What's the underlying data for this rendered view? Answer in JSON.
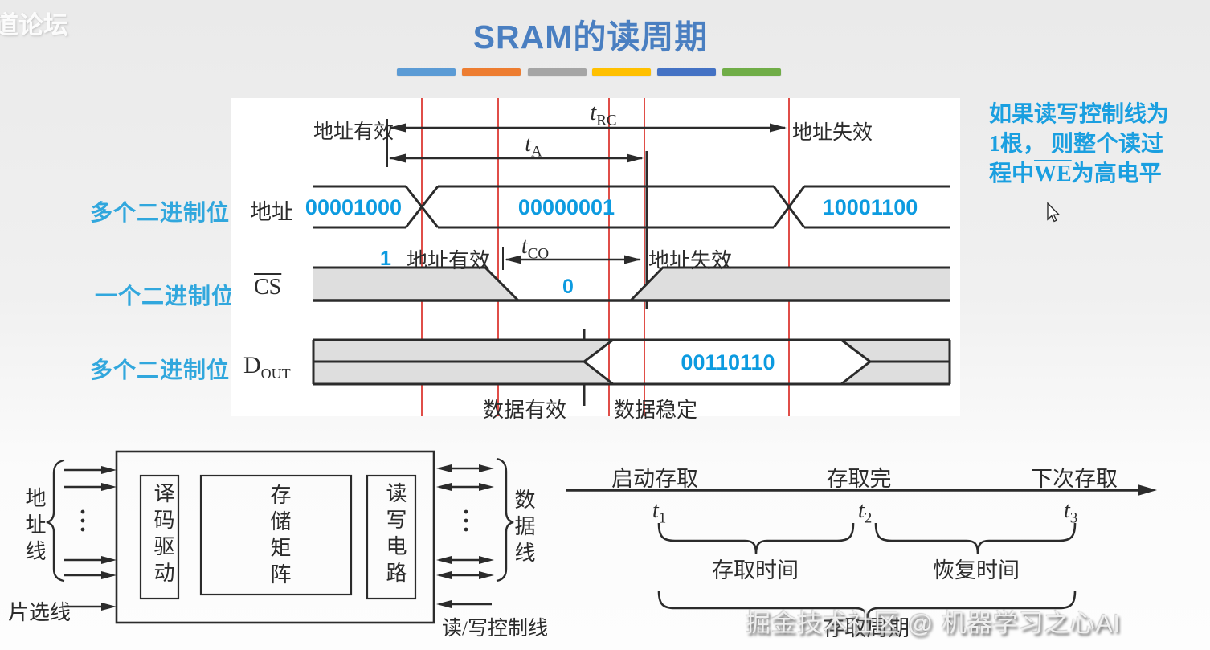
{
  "title": "SRAM的读周期",
  "watermark_top": "道论坛",
  "watermark_bottom": "掘金技术社区 @ 机器学习之心AI",
  "colors": {
    "title_blue": "#4a7fc1",
    "accent_bars": [
      "#5b9bd5",
      "#ed7d31",
      "#a5a5a5",
      "#ffc000",
      "#4472c4",
      "#70ad47"
    ],
    "row_label_cyan": "#31a7dd",
    "value_blue": "#0d9be0",
    "note_blue": "#1a9fe0",
    "red_guideline": "#e04e48",
    "signal_black": "#2b2b2b",
    "signal_gray_fill": "#dedede"
  },
  "timing": {
    "row_labels": [
      "多个二进制位",
      "一个二进制位",
      "多个二进制位"
    ],
    "signal_names": {
      "address": "地址",
      "cs": "CS",
      "dout_base": "D",
      "dout_sub": "OUT"
    },
    "address_values": [
      "00001000",
      "00000001",
      "10001100"
    ],
    "cs_high": "1",
    "cs_low": "0",
    "dout_value": "00110110",
    "annotations": {
      "addr_valid_top": "地址有效",
      "addr_invalid_top": "地址失效",
      "addr_valid_cs": "地址有效",
      "addr_invalid_cs": "地址失效",
      "data_valid": "数据有效",
      "data_stable": "数据稳定",
      "t_rc": {
        "base": "t",
        "sub": "RC"
      },
      "t_a": {
        "base": "t",
        "sub": "A"
      },
      "t_co": {
        "base": "t",
        "sub": "CO"
      }
    }
  },
  "note": {
    "line1": "如果读写控制线为",
    "line2": "1根， 则整个读过",
    "line3_pre": "程中",
    "line3_we": "WE",
    "line3_post": "为高电平"
  },
  "block_diagram": {
    "address_bus_label": "地址线",
    "chip_select_label": "片选线",
    "boxes": [
      "译码驱动",
      "存储矩阵",
      "读写电路"
    ],
    "data_bus_label": "数据线",
    "rw_control_label": "读/写控制线"
  },
  "timeline": {
    "events": [
      "启动存取",
      "存取完",
      "下次存取"
    ],
    "ticks": [
      {
        "base": "t",
        "sub": "1"
      },
      {
        "base": "t",
        "sub": "2"
      },
      {
        "base": "t",
        "sub": "3"
      }
    ],
    "spans": [
      "存取时间",
      "恢复时间",
      "存取周期"
    ]
  }
}
